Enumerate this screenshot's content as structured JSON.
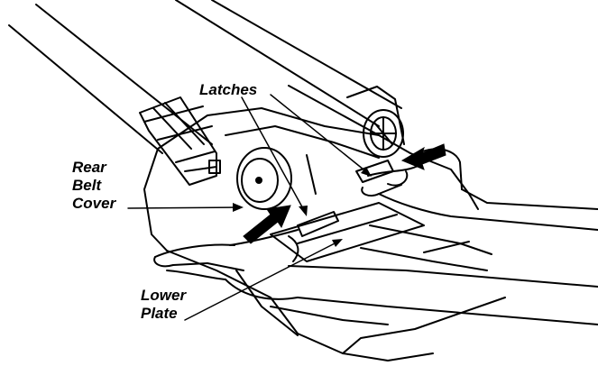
{
  "labels": {
    "latches": "Latches",
    "rear_belt_cover": [
      "Rear",
      "Belt",
      "Cover"
    ],
    "lower_plate": [
      "Lower",
      "Plate"
    ]
  },
  "colors": {
    "ink": "#000000",
    "paper": "#ffffff"
  }
}
